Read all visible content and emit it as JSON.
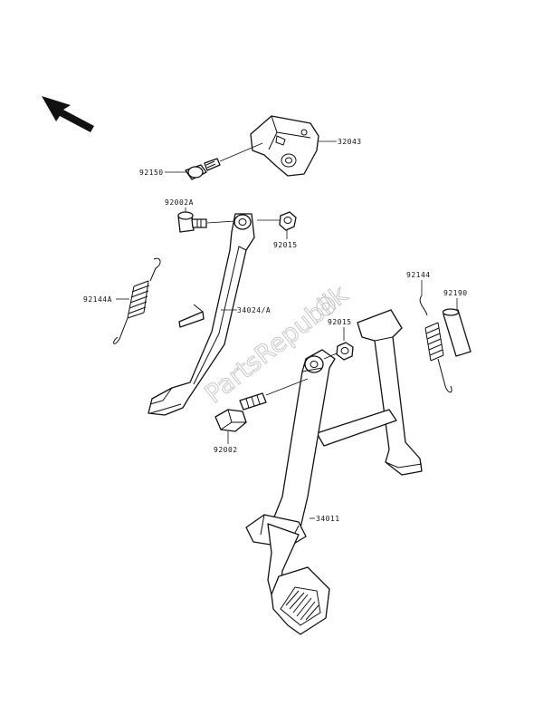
{
  "watermark": "PartsRepublik",
  "labels": {
    "p32043": "32043",
    "p92150": "92150",
    "p92002A": "92002A",
    "p92015_top": "92015",
    "p92144A": "92144A",
    "p34024A": "34024/A",
    "p92015_mid": "92015",
    "p92144": "92144",
    "p92190": "92190",
    "p92002": "92002",
    "p34011": "34011"
  },
  "icons": {
    "direction": "front-arrow-icon"
  }
}
